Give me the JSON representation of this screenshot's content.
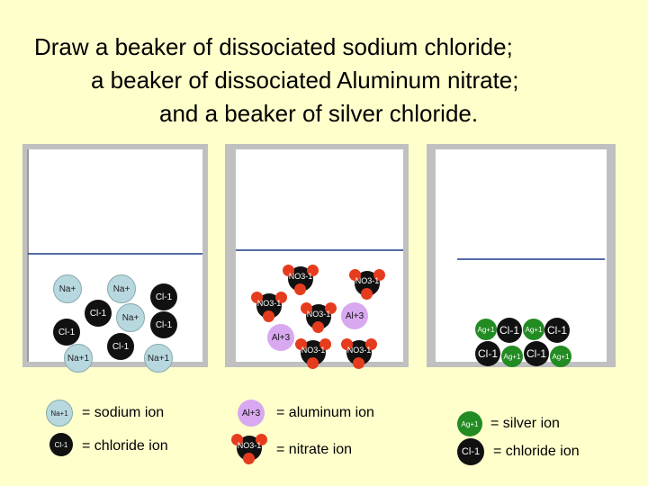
{
  "title": {
    "line1": "Draw a beaker of dissociated sodium chloride;",
    "line2": "a beaker of dissociated Aluminum nitrate;",
    "line3": "and a beaker of silver chloride."
  },
  "colors": {
    "background": "#ffffcc",
    "beaker_glass": "#c0c0c0",
    "water": "#ffffff",
    "na_ion": "#b8d8e0",
    "cl_ion": "#111111",
    "al_ion": "#d8a8f0",
    "ag_ion": "#228b22",
    "oxygen": "#e63c1e"
  },
  "ions": {
    "na": "Na+",
    "na1": "Na+1",
    "cl": "Cl-1",
    "al": "Al+3",
    "no3": "NO3-1",
    "ag": "Ag+1"
  },
  "legend": {
    "sodium": "= sodium ion",
    "chloride": "= chloride ion",
    "aluminum": "= aluminum ion",
    "nitrate": "= nitrate ion",
    "silver": "= silver ion",
    "chloride2": "= chloride ion"
  }
}
